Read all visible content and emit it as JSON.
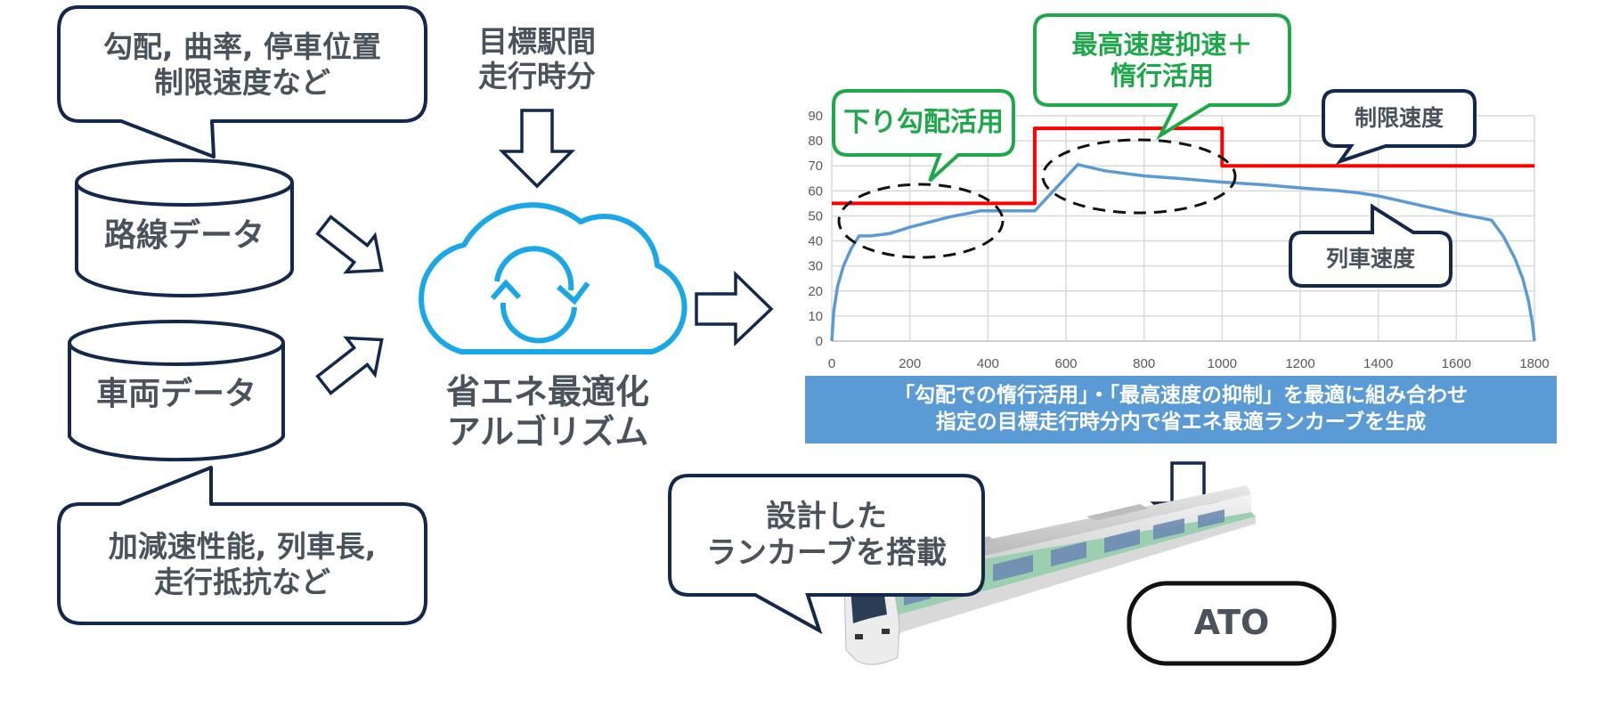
{
  "inputs": {
    "route_bubble": {
      "line1": "勾配, 曲率, 停車位置",
      "line2": "制限速度など"
    },
    "route_db": "路線データ",
    "vehicle_db": "車両データ",
    "vehicle_bubble": {
      "line1": "加減速性能, 列車長,",
      "line2": "走行抵抗など"
    },
    "target_time": {
      "line1": "目標駅間",
      "line2": "走行時分"
    }
  },
  "algorithm": {
    "icon": "cloud-sync-icon",
    "line1": "省エネ最適化",
    "line2": "アルゴリズム"
  },
  "annotations": {
    "downhill": "下り勾配活用",
    "max_speed": {
      "line1": "最高速度抑速＋",
      "line2": "惰行活用"
    },
    "limit_label": "制限速度",
    "train_speed_label": "列車速度"
  },
  "banner": {
    "line1": "「勾配での惰行活用」・「最高速度の抑制」を最適に組み合わせ",
    "line2": "指定の目標走行時分内で省エネ最適ランカーブを生成"
  },
  "onboard": {
    "bubble": {
      "line1": "設計した",
      "line2": "ランカーブを搭載"
    },
    "ato_label": "ATO",
    "train_icon": "train-icon"
  },
  "colors": {
    "navy": "#13284b",
    "cyan": "#1aa7e8",
    "green": "#1fa84a",
    "red": "#ff0000",
    "blue_line": "#5b9bd5",
    "text_gray": "#4a525c"
  },
  "chart_data": {
    "type": "line",
    "title": "",
    "xlabel": "",
    "ylabel": "",
    "xlim": [
      0,
      1800
    ],
    "ylim": [
      0,
      90
    ],
    "x_ticks": [
      "0",
      "200",
      "400",
      "600",
      "800",
      "1000",
      "1200",
      "1400",
      "1600",
      "1800"
    ],
    "y_ticks": [
      "0",
      "10",
      "20",
      "30",
      "40",
      "50",
      "60",
      "70",
      "80",
      "90"
    ],
    "grid": true,
    "series": [
      {
        "name": "制限速度",
        "color": "#ff0000",
        "x": [
          0,
          520,
          520,
          1000,
          1000,
          1800
        ],
        "y": [
          55,
          55,
          85,
          85,
          70,
          70
        ]
      },
      {
        "name": "列車速度",
        "color": "#5b9bd5",
        "x": [
          0,
          5,
          15,
          30,
          50,
          70,
          100,
          150,
          200,
          250,
          300,
          380,
          520,
          580,
          630,
          700,
          800,
          900,
          1000,
          1100,
          1200,
          1300,
          1350,
          1400,
          1500,
          1600,
          1690,
          1720,
          1750,
          1770,
          1785,
          1795,
          1800
        ],
        "y": [
          0,
          12,
          22,
          30,
          37,
          42,
          42,
          43,
          45.5,
          47.5,
          49.5,
          52,
          52,
          62,
          70.5,
          68,
          66,
          64.8,
          63.5,
          62.5,
          61.2,
          60,
          59.2,
          58,
          54.5,
          51,
          48.3,
          42,
          33,
          25,
          16,
          7,
          0
        ]
      }
    ]
  }
}
